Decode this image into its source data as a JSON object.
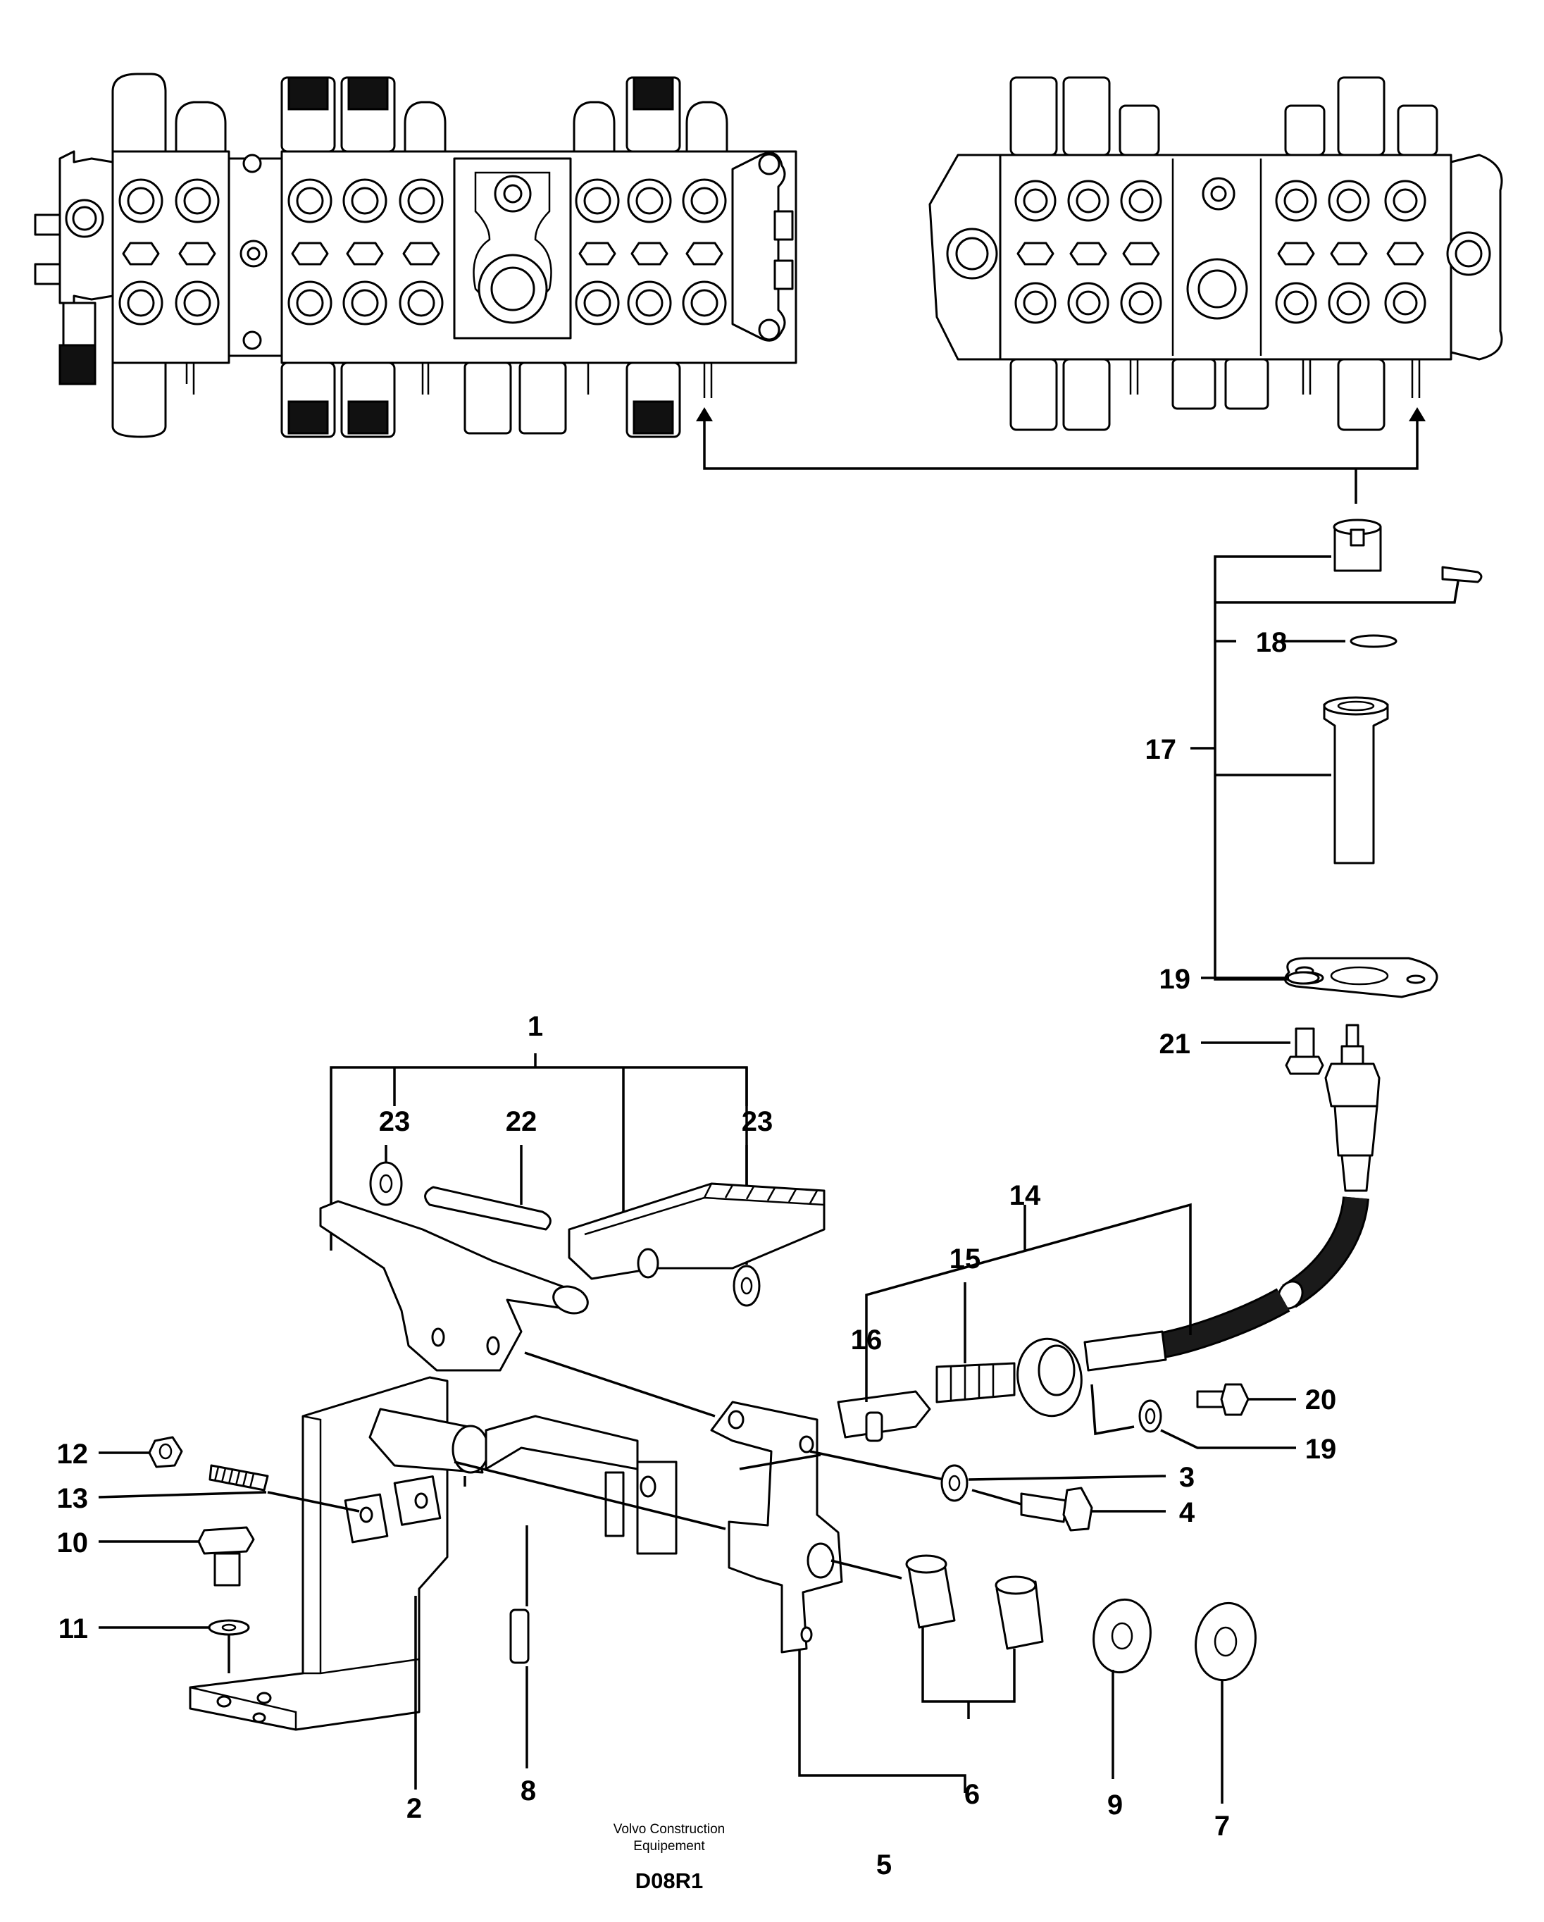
{
  "callouts": {
    "c1": "1",
    "c2": "2",
    "c3": "3",
    "c4": "4",
    "c5": "5",
    "c6": "6",
    "c7": "7",
    "c8": "8",
    "c9": "9",
    "c10": "10",
    "c11": "11",
    "c12": "12",
    "c13": "13",
    "c14": "14",
    "c15": "15",
    "c16": "16",
    "c17": "17",
    "c18": "18",
    "c19a": "19",
    "c19b": "19",
    "c20": "20",
    "c21": "21",
    "c22": "22",
    "c23a": "23",
    "c23b": "23"
  },
  "footer": {
    "credit_line1": "Volvo Construction",
    "credit_line2": "Equipement",
    "drawing_code": "D08R1"
  }
}
